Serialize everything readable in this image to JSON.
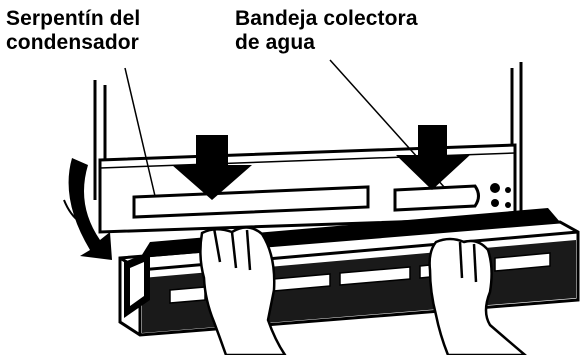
{
  "labels": {
    "condenser_coil": {
      "line1": "Serpentín del",
      "line2": "condensador"
    },
    "drain_pan": {
      "line1": "Bandeja colectora",
      "line2": "de agua"
    }
  },
  "icons": {
    "arrow_left": "down-arrow-icon",
    "arrow_right": "down-arrow-icon",
    "curved_arrow": "curved-arrow-icon",
    "hands": "hand-icon"
  },
  "colors": {
    "ink": "#000000",
    "paper": "#ffffff"
  }
}
